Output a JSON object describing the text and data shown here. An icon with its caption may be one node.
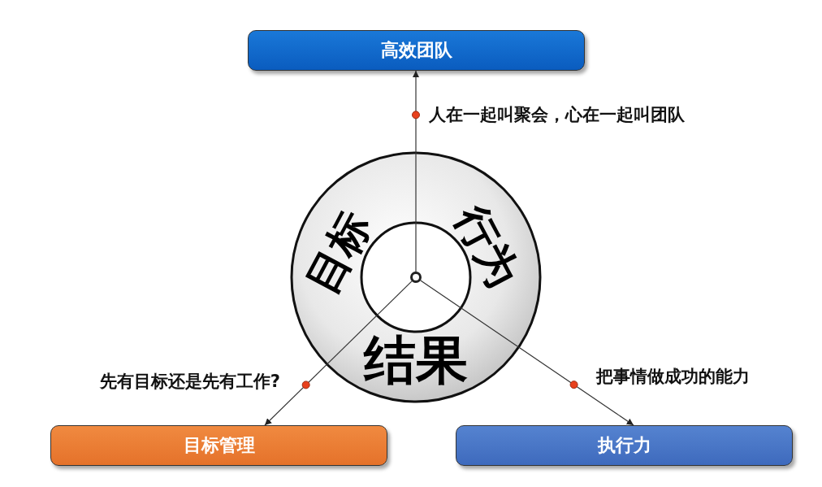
{
  "diagram": {
    "nodes": [
      {
        "text": [
          "高效团队"
        ]
      },
      {
        "text": [
          "目标管理"
        ]
      },
      {
        "text": [
          "执行力"
        ]
      },
      {
        "text": [
          "目标",
          "行为",
          "结果"
        ]
      },
      {
        "text": [],
        "shape": "circle",
        "in": 3
      }
    ],
    "edges": [
      {
        "from": 4,
        "to": 0,
        "arrow": "to",
        "label": "人在一起叫聚会，心在一起叫团队"
      },
      {
        "from": 4,
        "to": 1,
        "arrow": "to",
        "label": "先有目标还是先有工作?"
      },
      {
        "from": 4,
        "to": 2,
        "arrow": "to",
        "label": "把事情做成功的能力"
      }
    ]
  }
}
